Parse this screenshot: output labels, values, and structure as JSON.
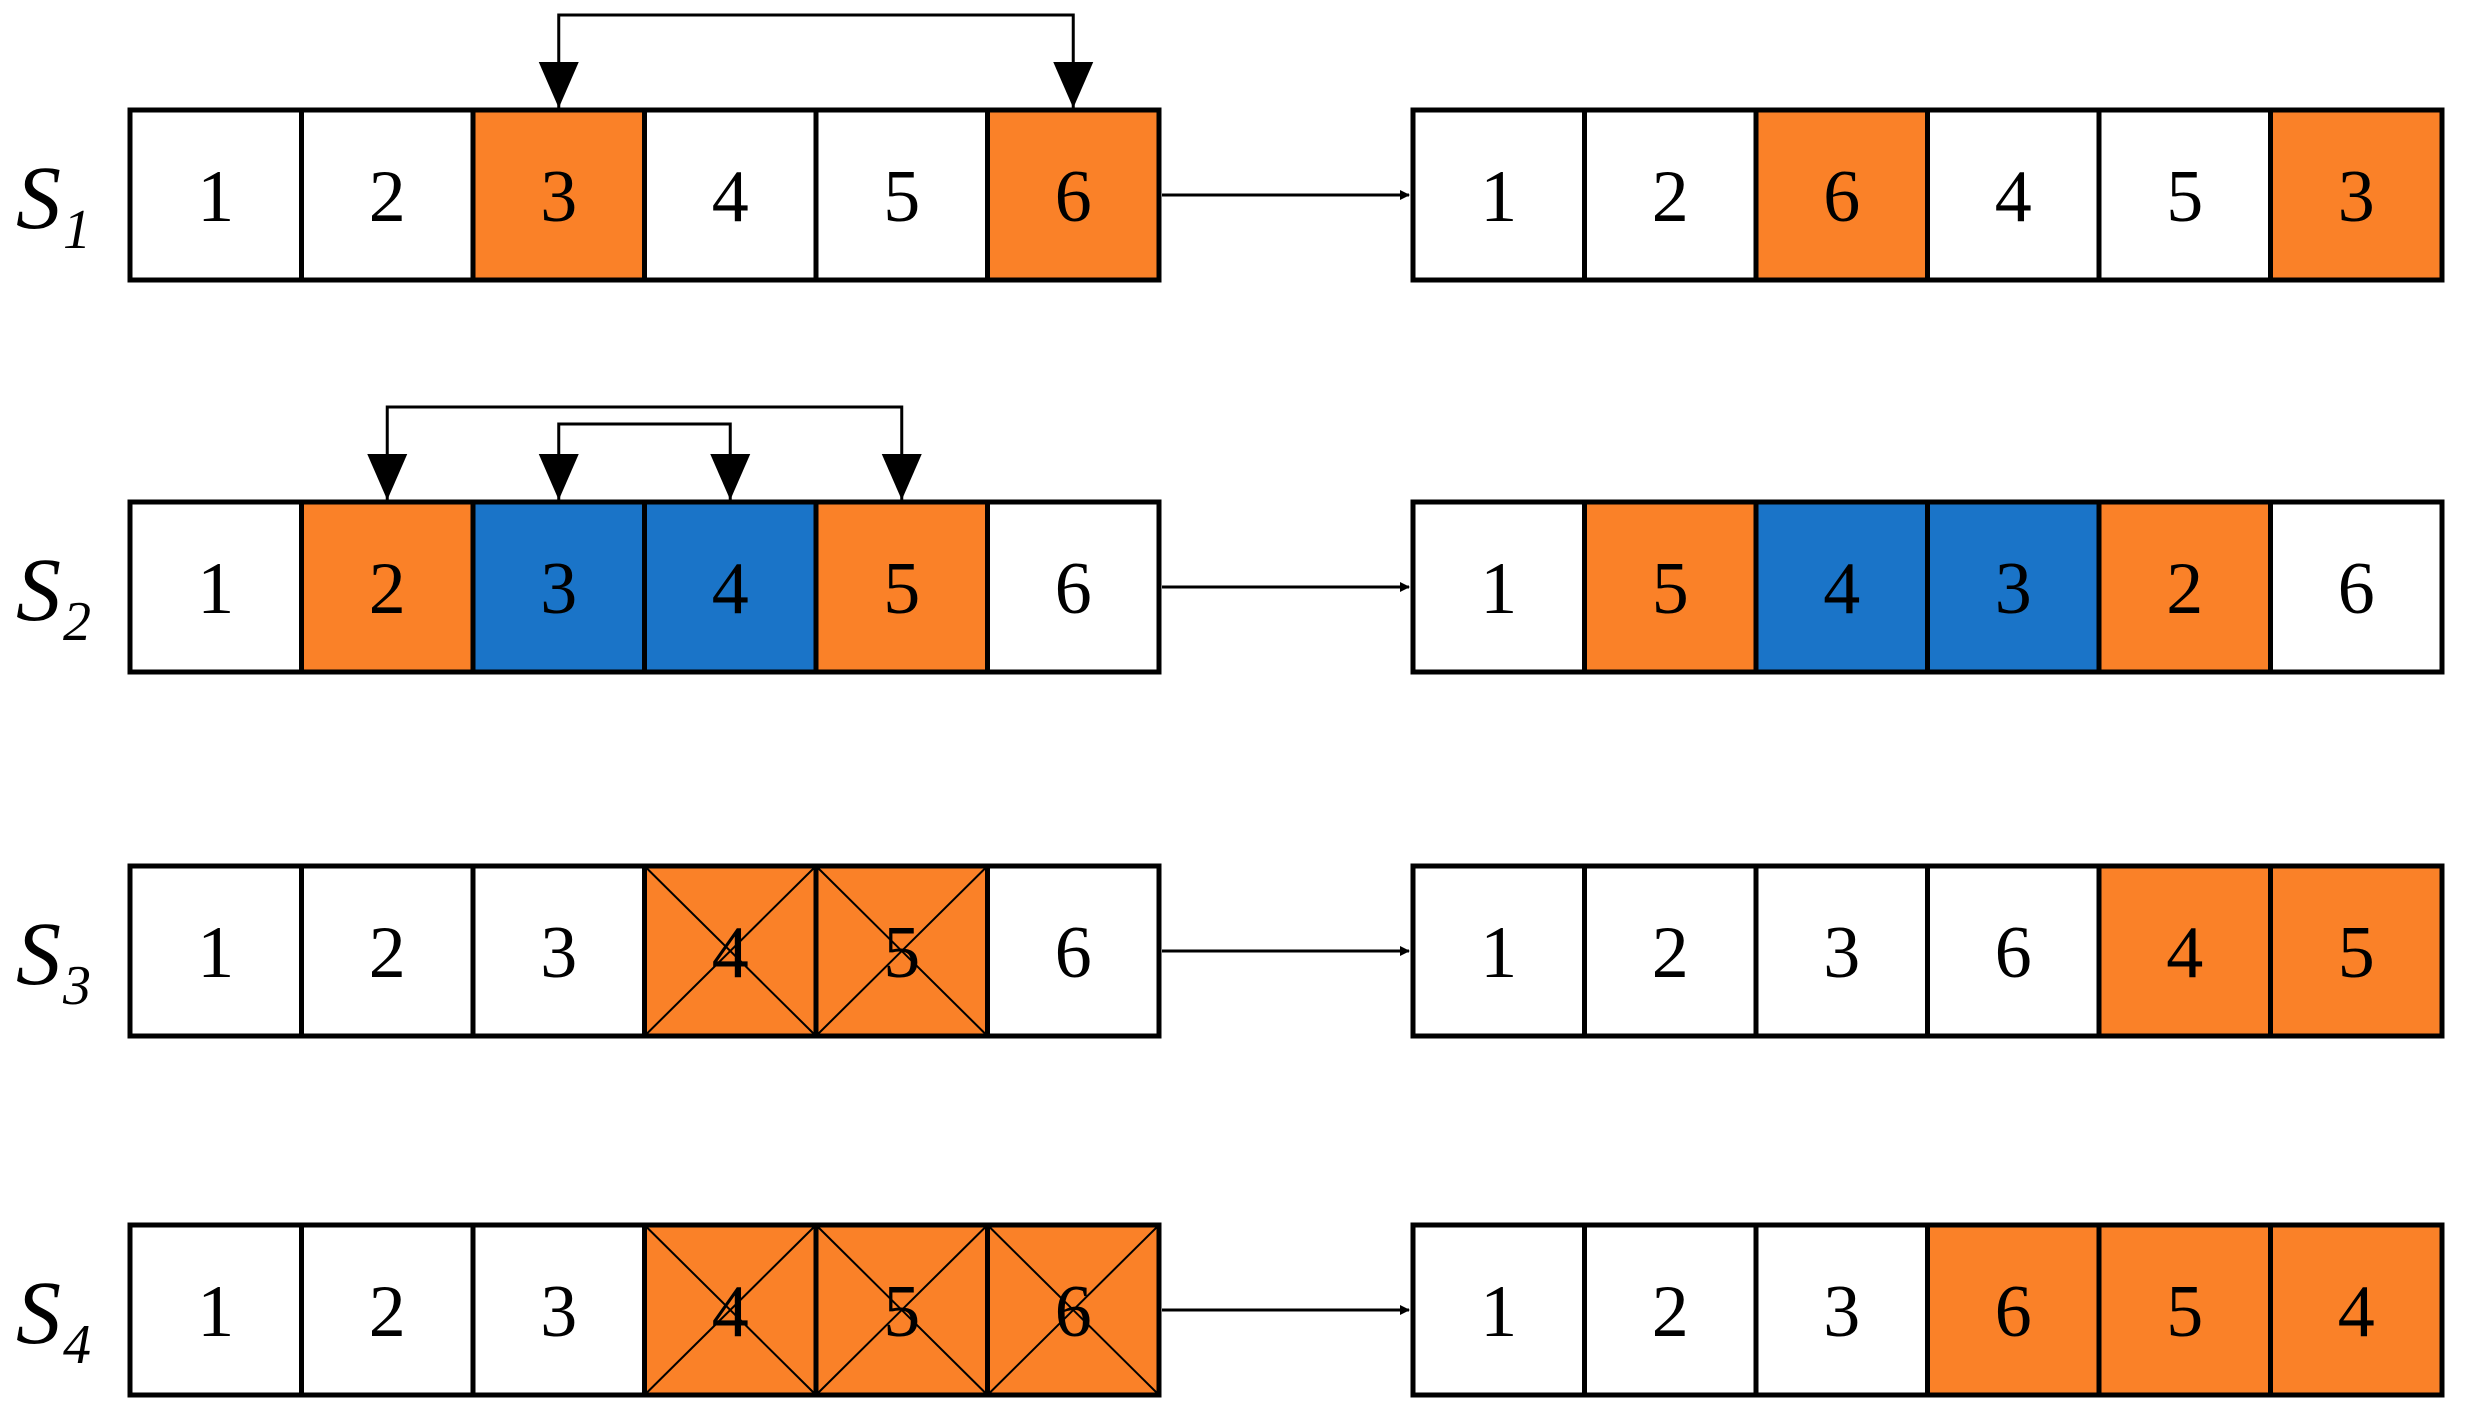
{
  "colors": {
    "plain": "#ffffff",
    "orange": "#fa8128",
    "blue": "#1a74c8",
    "stroke": "#000000"
  },
  "rows": [
    {
      "label": "S",
      "subscript": "1",
      "before": [
        {
          "value": "1",
          "color": "plain",
          "crossed": false
        },
        {
          "value": "2",
          "color": "plain",
          "crossed": false
        },
        {
          "value": "3",
          "color": "orange",
          "crossed": false
        },
        {
          "value": "4",
          "color": "plain",
          "crossed": false
        },
        {
          "value": "5",
          "color": "plain",
          "crossed": false
        },
        {
          "value": "6",
          "color": "orange",
          "crossed": false
        }
      ],
      "after": [
        {
          "value": "1",
          "color": "plain"
        },
        {
          "value": "2",
          "color": "plain"
        },
        {
          "value": "6",
          "color": "orange"
        },
        {
          "value": "4",
          "color": "plain"
        },
        {
          "value": "5",
          "color": "plain"
        },
        {
          "value": "3",
          "color": "orange"
        }
      ],
      "swaps": [
        [
          2,
          5
        ]
      ]
    },
    {
      "label": "S",
      "subscript": "2",
      "before": [
        {
          "value": "1",
          "color": "plain",
          "crossed": false
        },
        {
          "value": "2",
          "color": "orange",
          "crossed": false
        },
        {
          "value": "3",
          "color": "blue",
          "crossed": false
        },
        {
          "value": "4",
          "color": "blue",
          "crossed": false
        },
        {
          "value": "5",
          "color": "orange",
          "crossed": false
        },
        {
          "value": "6",
          "color": "plain",
          "crossed": false
        }
      ],
      "after": [
        {
          "value": "1",
          "color": "plain"
        },
        {
          "value": "5",
          "color": "orange"
        },
        {
          "value": "4",
          "color": "blue"
        },
        {
          "value": "3",
          "color": "blue"
        },
        {
          "value": "2",
          "color": "orange"
        },
        {
          "value": "6",
          "color": "plain"
        }
      ],
      "swaps": [
        [
          1,
          4
        ],
        [
          2,
          3
        ]
      ]
    },
    {
      "label": "S",
      "subscript": "3",
      "before": [
        {
          "value": "1",
          "color": "plain",
          "crossed": false
        },
        {
          "value": "2",
          "color": "plain",
          "crossed": false
        },
        {
          "value": "3",
          "color": "plain",
          "crossed": false
        },
        {
          "value": "4",
          "color": "orange",
          "crossed": true
        },
        {
          "value": "5",
          "color": "orange",
          "crossed": true
        },
        {
          "value": "6",
          "color": "plain",
          "crossed": false
        }
      ],
      "after": [
        {
          "value": "1",
          "color": "plain"
        },
        {
          "value": "2",
          "color": "plain"
        },
        {
          "value": "3",
          "color": "plain"
        },
        {
          "value": "6",
          "color": "plain"
        },
        {
          "value": "4",
          "color": "orange"
        },
        {
          "value": "5",
          "color": "orange"
        }
      ],
      "swaps": []
    },
    {
      "label": "S",
      "subscript": "4",
      "before": [
        {
          "value": "1",
          "color": "plain",
          "crossed": false
        },
        {
          "value": "2",
          "color": "plain",
          "crossed": false
        },
        {
          "value": "3",
          "color": "plain",
          "crossed": false
        },
        {
          "value": "4",
          "color": "orange",
          "crossed": true
        },
        {
          "value": "5",
          "color": "orange",
          "crossed": true
        },
        {
          "value": "6",
          "color": "orange",
          "crossed": true
        }
      ],
      "after": [
        {
          "value": "1",
          "color": "plain"
        },
        {
          "value": "2",
          "color": "plain"
        },
        {
          "value": "3",
          "color": "plain"
        },
        {
          "value": "6",
          "color": "orange"
        },
        {
          "value": "5",
          "color": "orange"
        },
        {
          "value": "4",
          "color": "orange"
        }
      ],
      "swaps": []
    }
  ]
}
